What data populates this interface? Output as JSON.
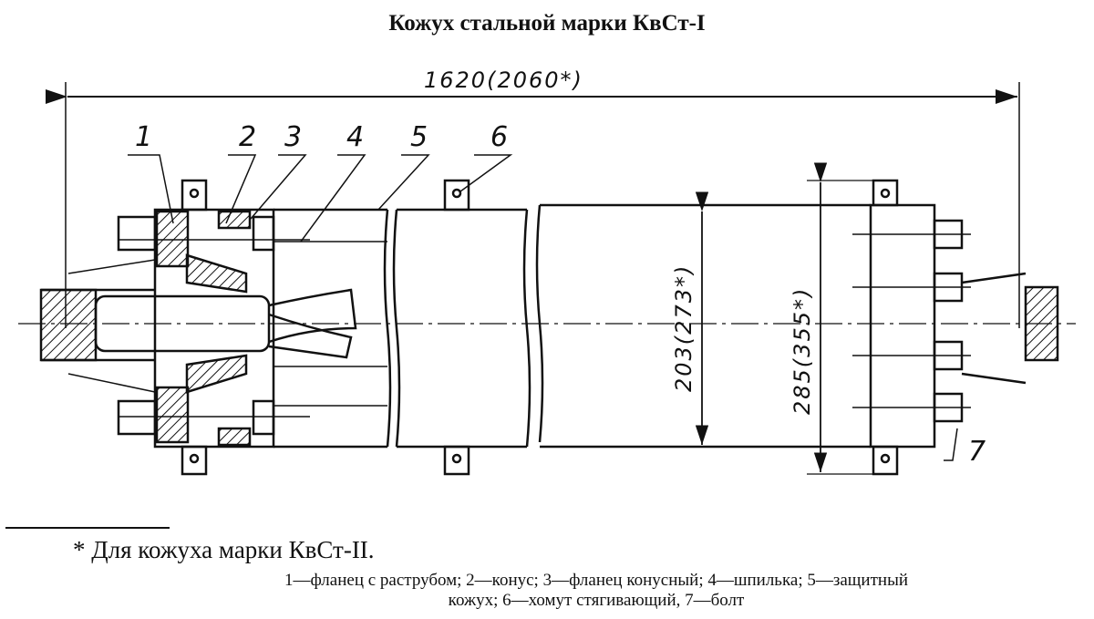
{
  "title": "Кожух стальной марки КвСт-I",
  "dimensions": {
    "overall_length": "1620(2060*)",
    "inner_diameter": "203(273*)",
    "flange_size": "285(355*)"
  },
  "part_labels": [
    "1",
    "2",
    "3",
    "4",
    "5",
    "6",
    "7"
  ],
  "footnote": "* Для кожуха марки КвСт-II.",
  "legend": {
    "line1": "1—фланец с раструбом; 2—конус; 3—фланец конусный; 4—шпилька; 5—защитный",
    "line2": "кожух; 6—хомут стягивающий, 7—болт"
  }
}
